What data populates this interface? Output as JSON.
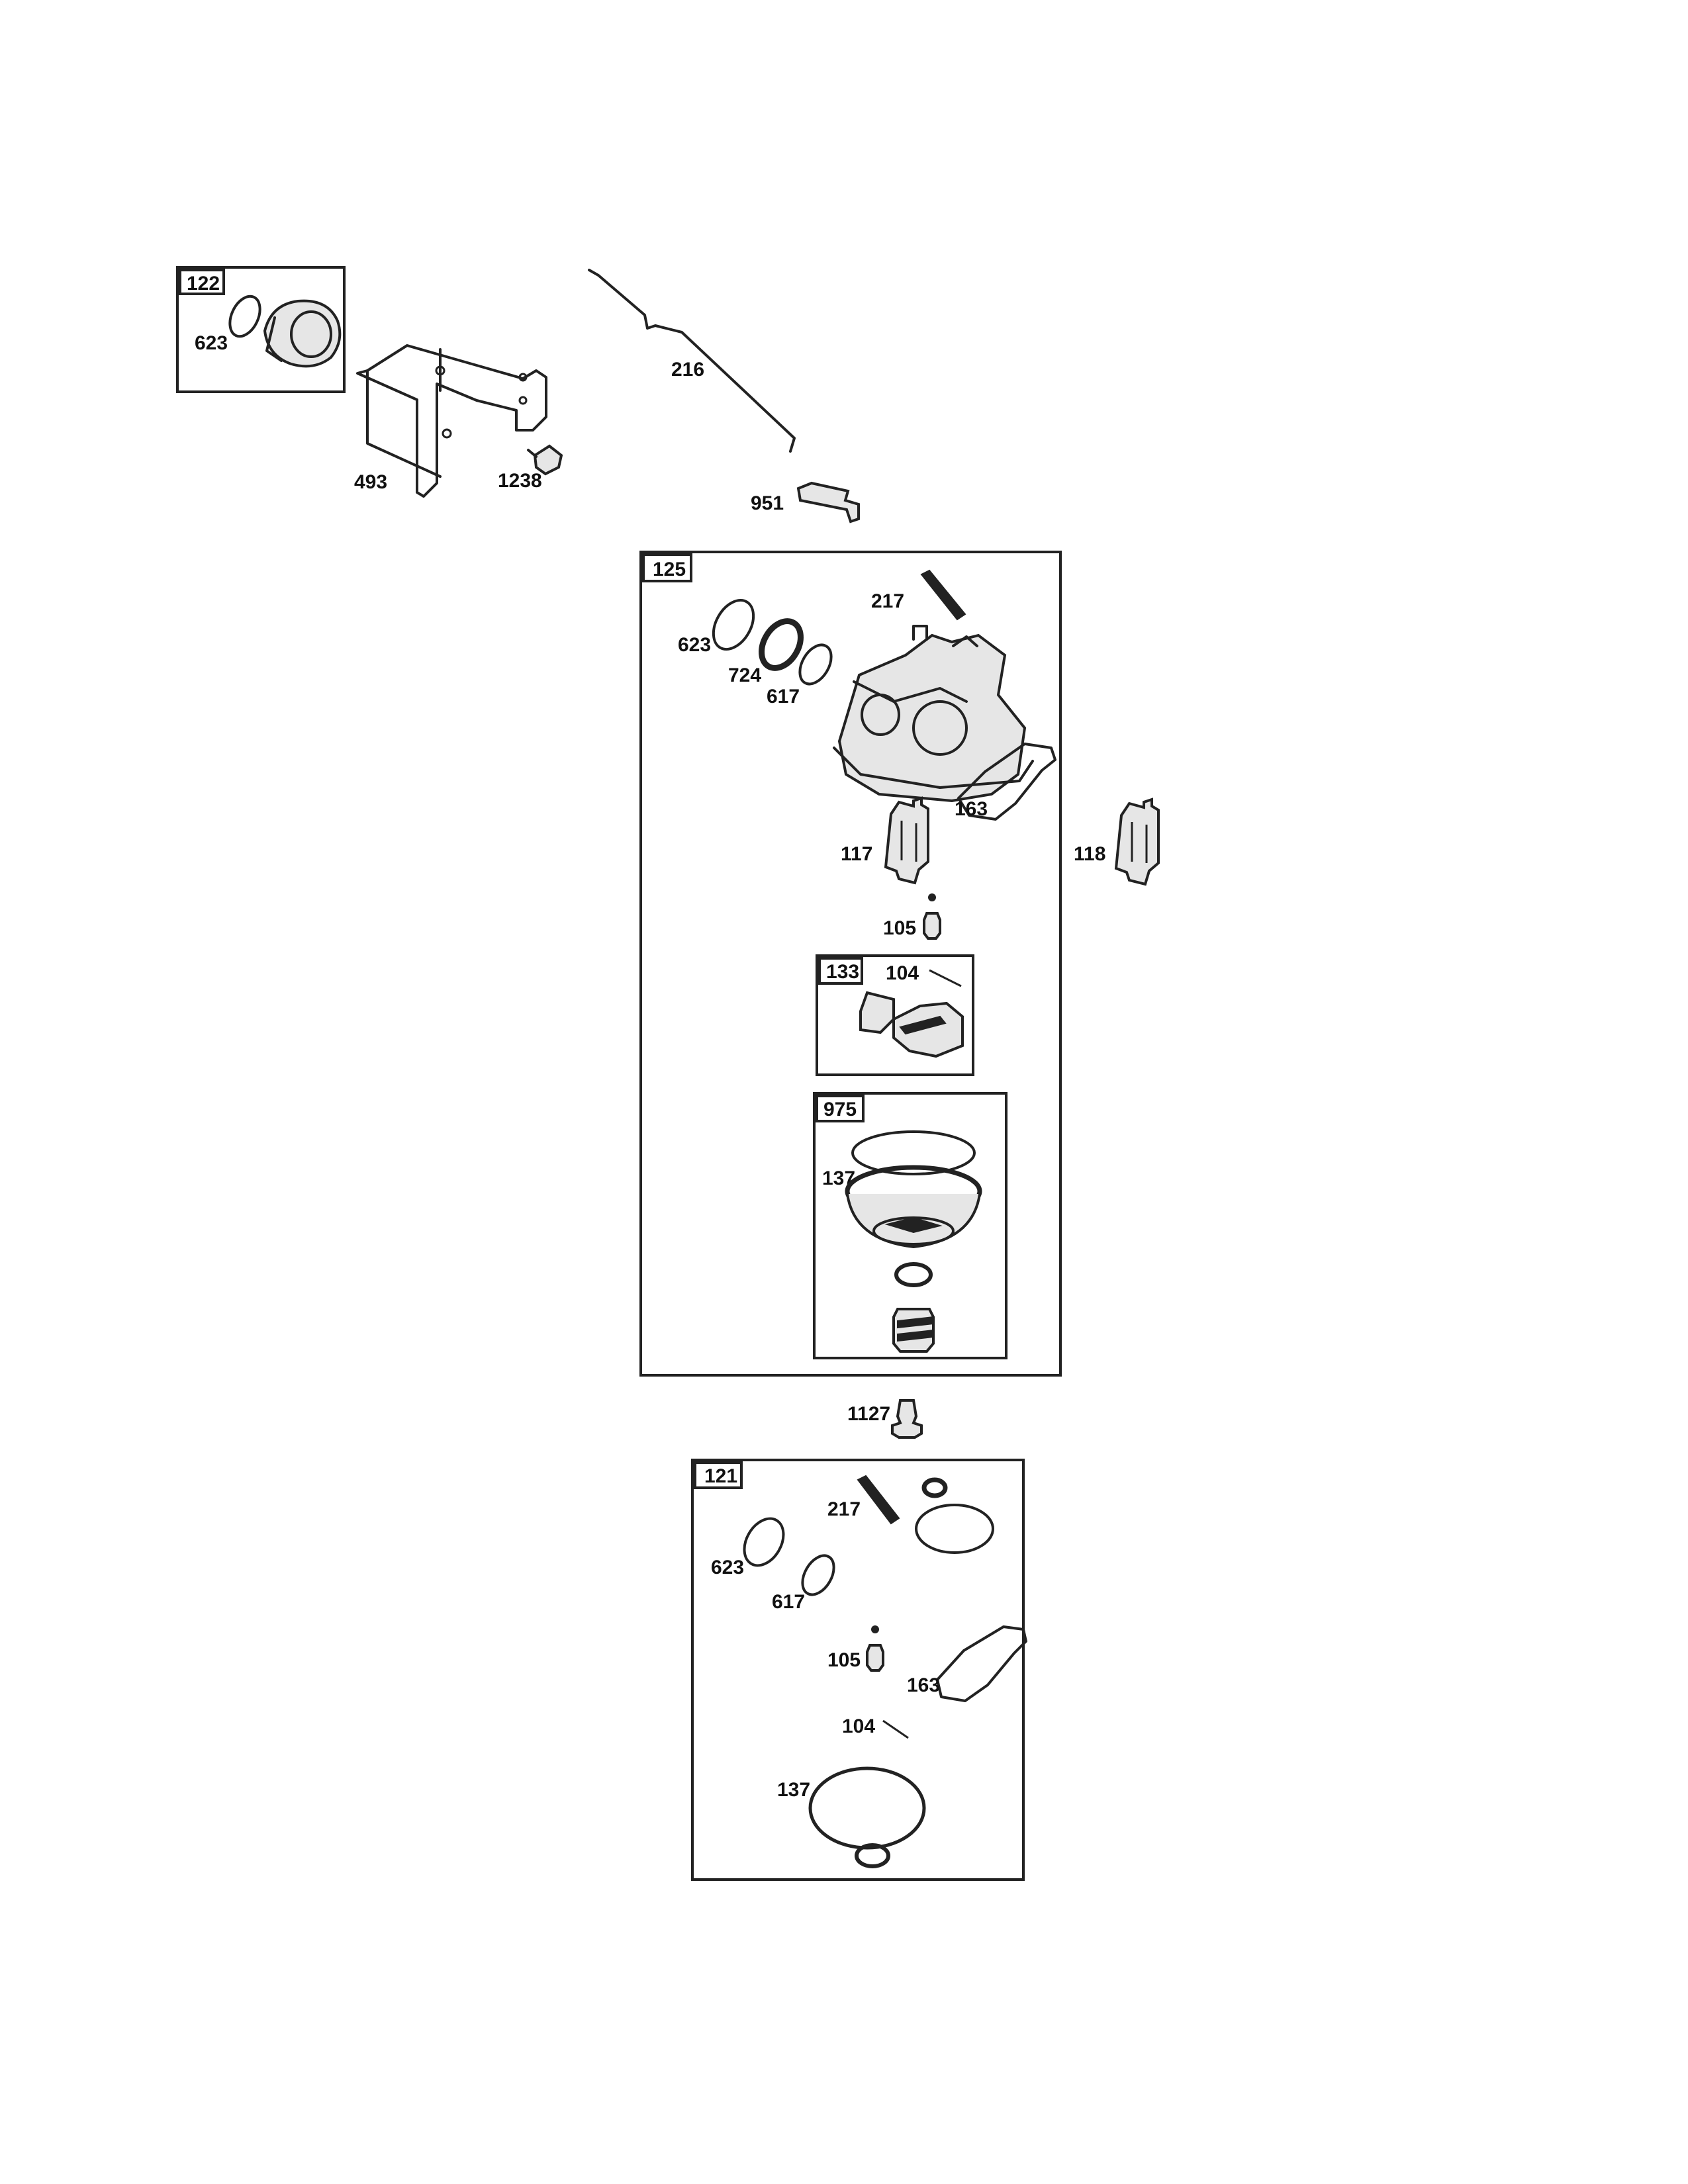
{
  "kits": {
    "k122": "122",
    "k125": "125",
    "k133": "133",
    "k975": "975",
    "k121": "121"
  },
  "parts": {
    "p623a": "623",
    "p493": "493",
    "p1238": "1238",
    "p216": "216",
    "p951": "951",
    "p217a": "217",
    "p623b": "623",
    "p724": "724",
    "p617a": "617",
    "p163a": "163",
    "p117": "117",
    "p118": "118",
    "p105a": "105",
    "p104a": "104",
    "p137a": "137",
    "p1127": "1127",
    "p217b": "217",
    "p623c": "623",
    "p617b": "617",
    "p105b": "105",
    "p163b": "163",
    "p104b": "104",
    "p137b": "137"
  }
}
